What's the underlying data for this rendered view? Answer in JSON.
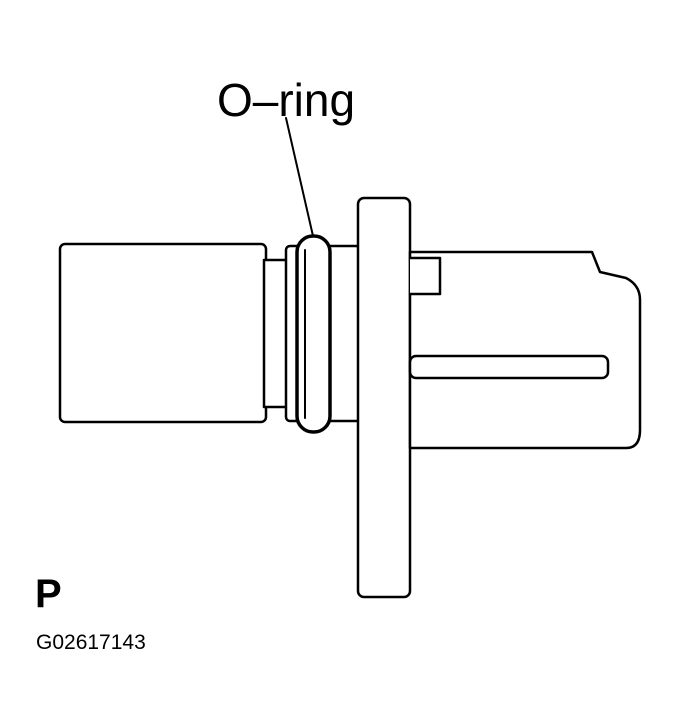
{
  "callout": {
    "label": "O–ring"
  },
  "view_letter": "P",
  "figure_id": "G02617143"
}
